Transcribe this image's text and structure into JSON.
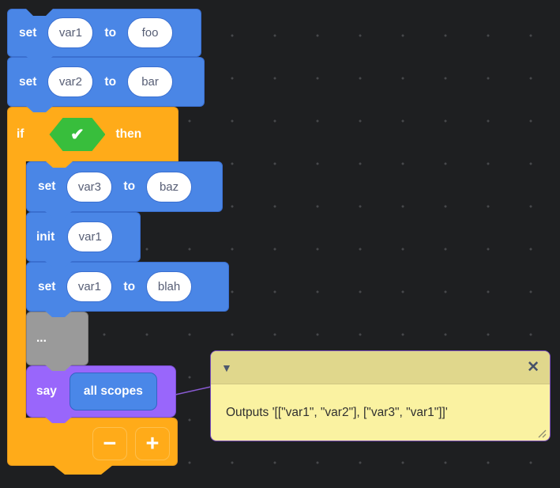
{
  "colors": {
    "background": "#1e1f21",
    "variable_blue": "#4a86e6",
    "control_orange": "#ffab19",
    "say_purple": "#9966fb",
    "placeholder_gray": "#9a9a9a",
    "boolean_green": "#38be3c",
    "comment_body": "#faf2a1",
    "comment_bar": "#e0d78c",
    "comment_border": "#7c4fc0"
  },
  "icons": {
    "check": "✔",
    "close": "✕",
    "collapse": "▼",
    "remove": "−",
    "add": "+"
  },
  "blocks": {
    "set1": {
      "op": "set",
      "var": "var1",
      "to": "to",
      "value": "foo"
    },
    "set2": {
      "op": "set",
      "var": "var2",
      "to": "to",
      "value": "bar"
    },
    "if": {
      "op": "if",
      "then": "then"
    },
    "set3": {
      "op": "set",
      "var": "var3",
      "to": "to",
      "value": "baz"
    },
    "init": {
      "op": "init",
      "var": "var1"
    },
    "set4": {
      "op": "set",
      "var": "var1",
      "to": "to",
      "value": "blah"
    },
    "placeholder": {
      "label": "..."
    },
    "say": {
      "op": "say",
      "arg": "all scopes"
    }
  },
  "comment": {
    "text": "Outputs '[[\"var1\", \"var2\"], [\"var3\", \"var1\"]]'"
  }
}
